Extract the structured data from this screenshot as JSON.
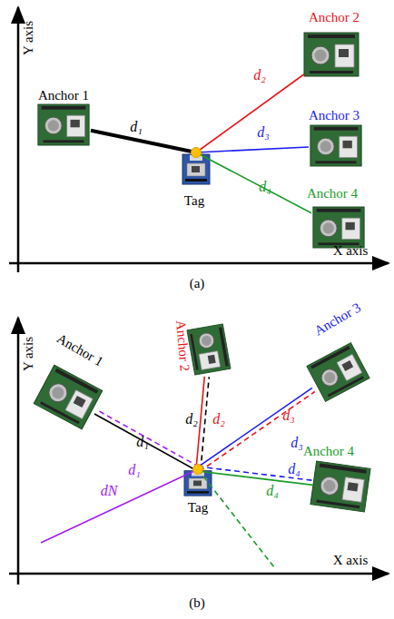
{
  "diagram": {
    "nodes": [
      {
        "text": [
          "Anchor 1"
        ]
      },
      {
        "text": [
          "Anchor 2"
        ]
      },
      {
        "text": [
          "Anchor 3"
        ]
      },
      {
        "text": [
          "Anchor 4"
        ]
      },
      {
        "text": [
          "Tag"
        ]
      },
      {
        "text": [
          "Anchor 1"
        ]
      },
      {
        "text": [
          "Anchor 2"
        ]
      },
      {
        "text": [
          "Anchor 3"
        ]
      },
      {
        "text": [
          "Anchor 4"
        ]
      },
      {
        "text": [
          "Tag"
        ]
      }
    ],
    "edges": [
      {
        "from": 4,
        "to": 0,
        "arrow": "none",
        "label": "d₁"
      },
      {
        "from": 4,
        "to": 1,
        "arrow": "none",
        "label": "d₂"
      },
      {
        "from": 4,
        "to": 2,
        "arrow": "none",
        "label": "d₃"
      },
      {
        "from": 4,
        "to": 3,
        "arrow": "none",
        "label": "d₄"
      },
      {
        "from": 9,
        "to": 5,
        "arrow": "none",
        "label": "d₁"
      },
      {
        "from": 9,
        "to": 5,
        "arrow": "none",
        "label": "d₁"
      },
      {
        "from": 9,
        "to": 6,
        "arrow": "none",
        "label": "d₂"
      },
      {
        "from": 9,
        "to": 6,
        "arrow": "none",
        "label": "d₂"
      },
      {
        "from": 9,
        "to": 7,
        "arrow": "none",
        "label": "d₃"
      },
      {
        "from": 9,
        "to": 7,
        "arrow": "none",
        "label": "d₃"
      },
      {
        "from": 9,
        "to": 8,
        "arrow": "none",
        "label": "d₄"
      },
      {
        "from": 9,
        "to": 8,
        "arrow": "none",
        "label": "d₄"
      }
    ],
    "labels": [
      "Y axis",
      "X axis",
      "(a)",
      "Y axis",
      "X axis",
      "(b)",
      "dN"
    ]
  }
}
